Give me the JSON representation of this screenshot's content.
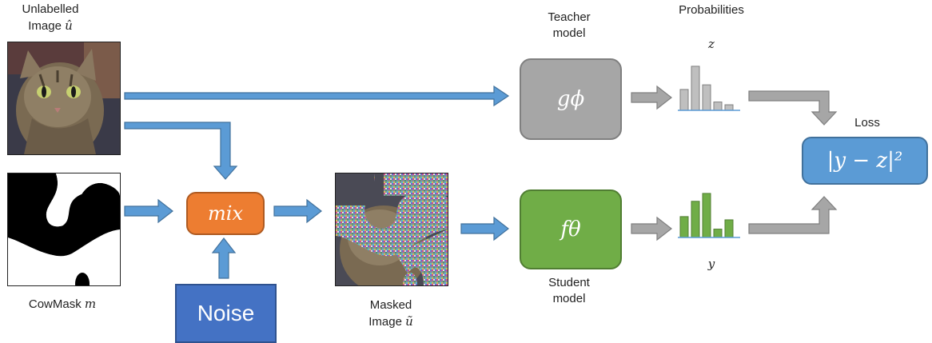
{
  "labels": {
    "unlabelled_line1": "Unlabelled",
    "unlabelled_line2": "Image ",
    "unlabelled_sym": "û",
    "cowmask": "CowMask ",
    "cowmask_sym": "m",
    "masked_line1": "Masked",
    "masked_line2": "Image ",
    "masked_sym": "ũ",
    "teacher_line1": "Teacher",
    "teacher_line2": "model",
    "student_line1": "Student",
    "student_line2": "model",
    "probabilities": "Probabilities",
    "z": "z",
    "y": "y",
    "loss": "Loss"
  },
  "boxes": {
    "teacher": "gϕ",
    "student": "fθ",
    "mix": "mix",
    "noise": "Noise",
    "loss": "|y − z|²"
  },
  "colors": {
    "arrow_blue": "#5b9bd5",
    "arrow_gray": "#a6a6a6",
    "teacher": "#a6a6a6",
    "student": "#70ad47",
    "mix": "#ed7d31",
    "noise": "#4472c4",
    "loss": "#5b9bd5"
  },
  "teacher_probs": [
    0.45,
    0.95,
    0.55,
    0.18,
    0.12
  ],
  "student_probs": [
    0.45,
    0.78,
    0.95,
    0.18,
    0.38
  ]
}
